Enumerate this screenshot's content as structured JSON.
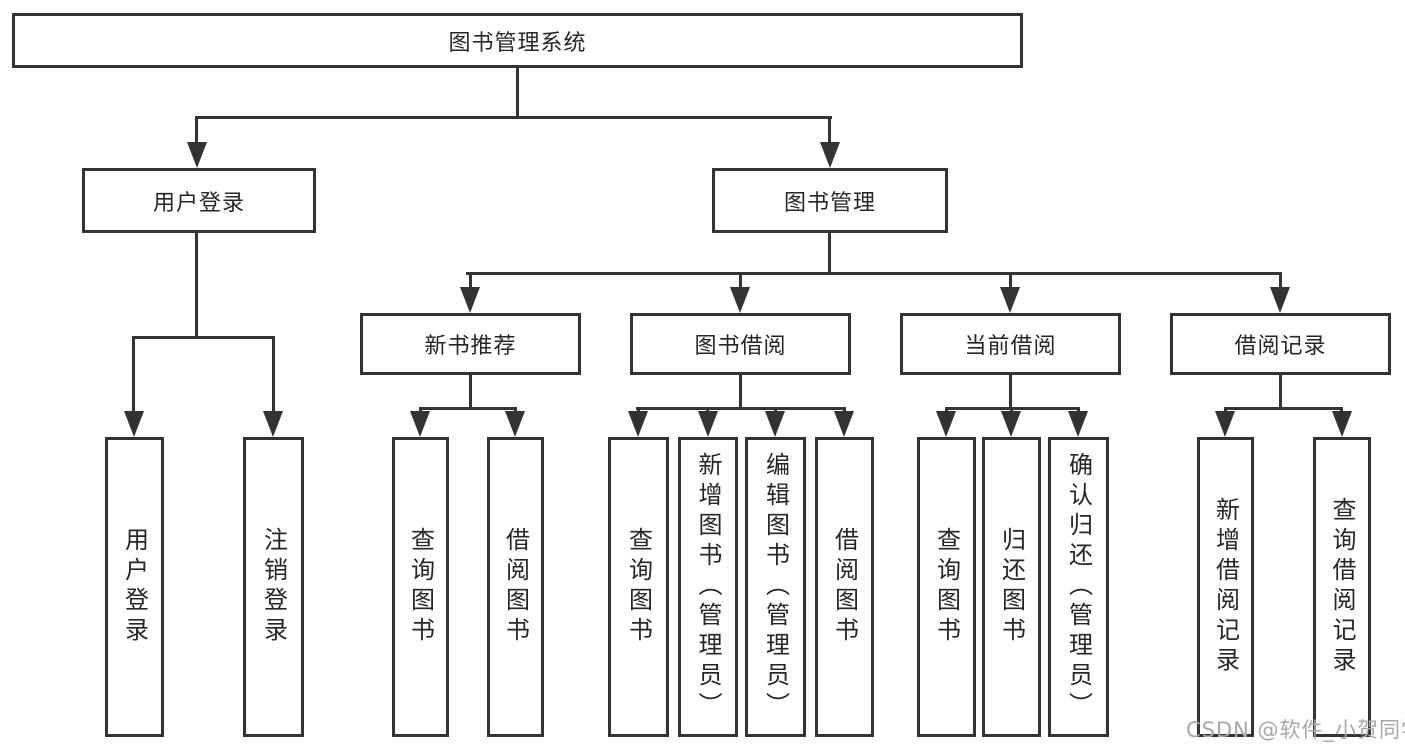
{
  "diagram_type": "hierarchy-tree",
  "colors": {
    "line": "#333333",
    "text": "#262626",
    "watermark": "#a8a8a8",
    "background": "#ffffff"
  },
  "watermark": {
    "text": "CSDN @软件_小贺同学"
  },
  "tree": {
    "label": "图书管理系统",
    "children": [
      {
        "label": "用户登录",
        "children": [
          {
            "label": "用户登录"
          },
          {
            "label": "注销登录"
          }
        ]
      },
      {
        "label": "图书管理",
        "children": [
          {
            "label": "新书推荐",
            "children": [
              {
                "label": "查询图书"
              },
              {
                "label": "借阅图书"
              }
            ]
          },
          {
            "label": "图书借阅",
            "children": [
              {
                "label": "查询图书"
              },
              {
                "label": "新增图书（管理员）"
              },
              {
                "label": "编辑图书（管理员）"
              },
              {
                "label": "借阅图书"
              }
            ]
          },
          {
            "label": "当前借阅",
            "children": [
              {
                "label": "查询图书"
              },
              {
                "label": "归还图书"
              },
              {
                "label": "确认归还（管理员）"
              }
            ]
          },
          {
            "label": "借阅记录",
            "children": [
              {
                "label": "新增借阅记录"
              },
              {
                "label": "查询借阅记录"
              }
            ]
          }
        ]
      }
    ]
  }
}
